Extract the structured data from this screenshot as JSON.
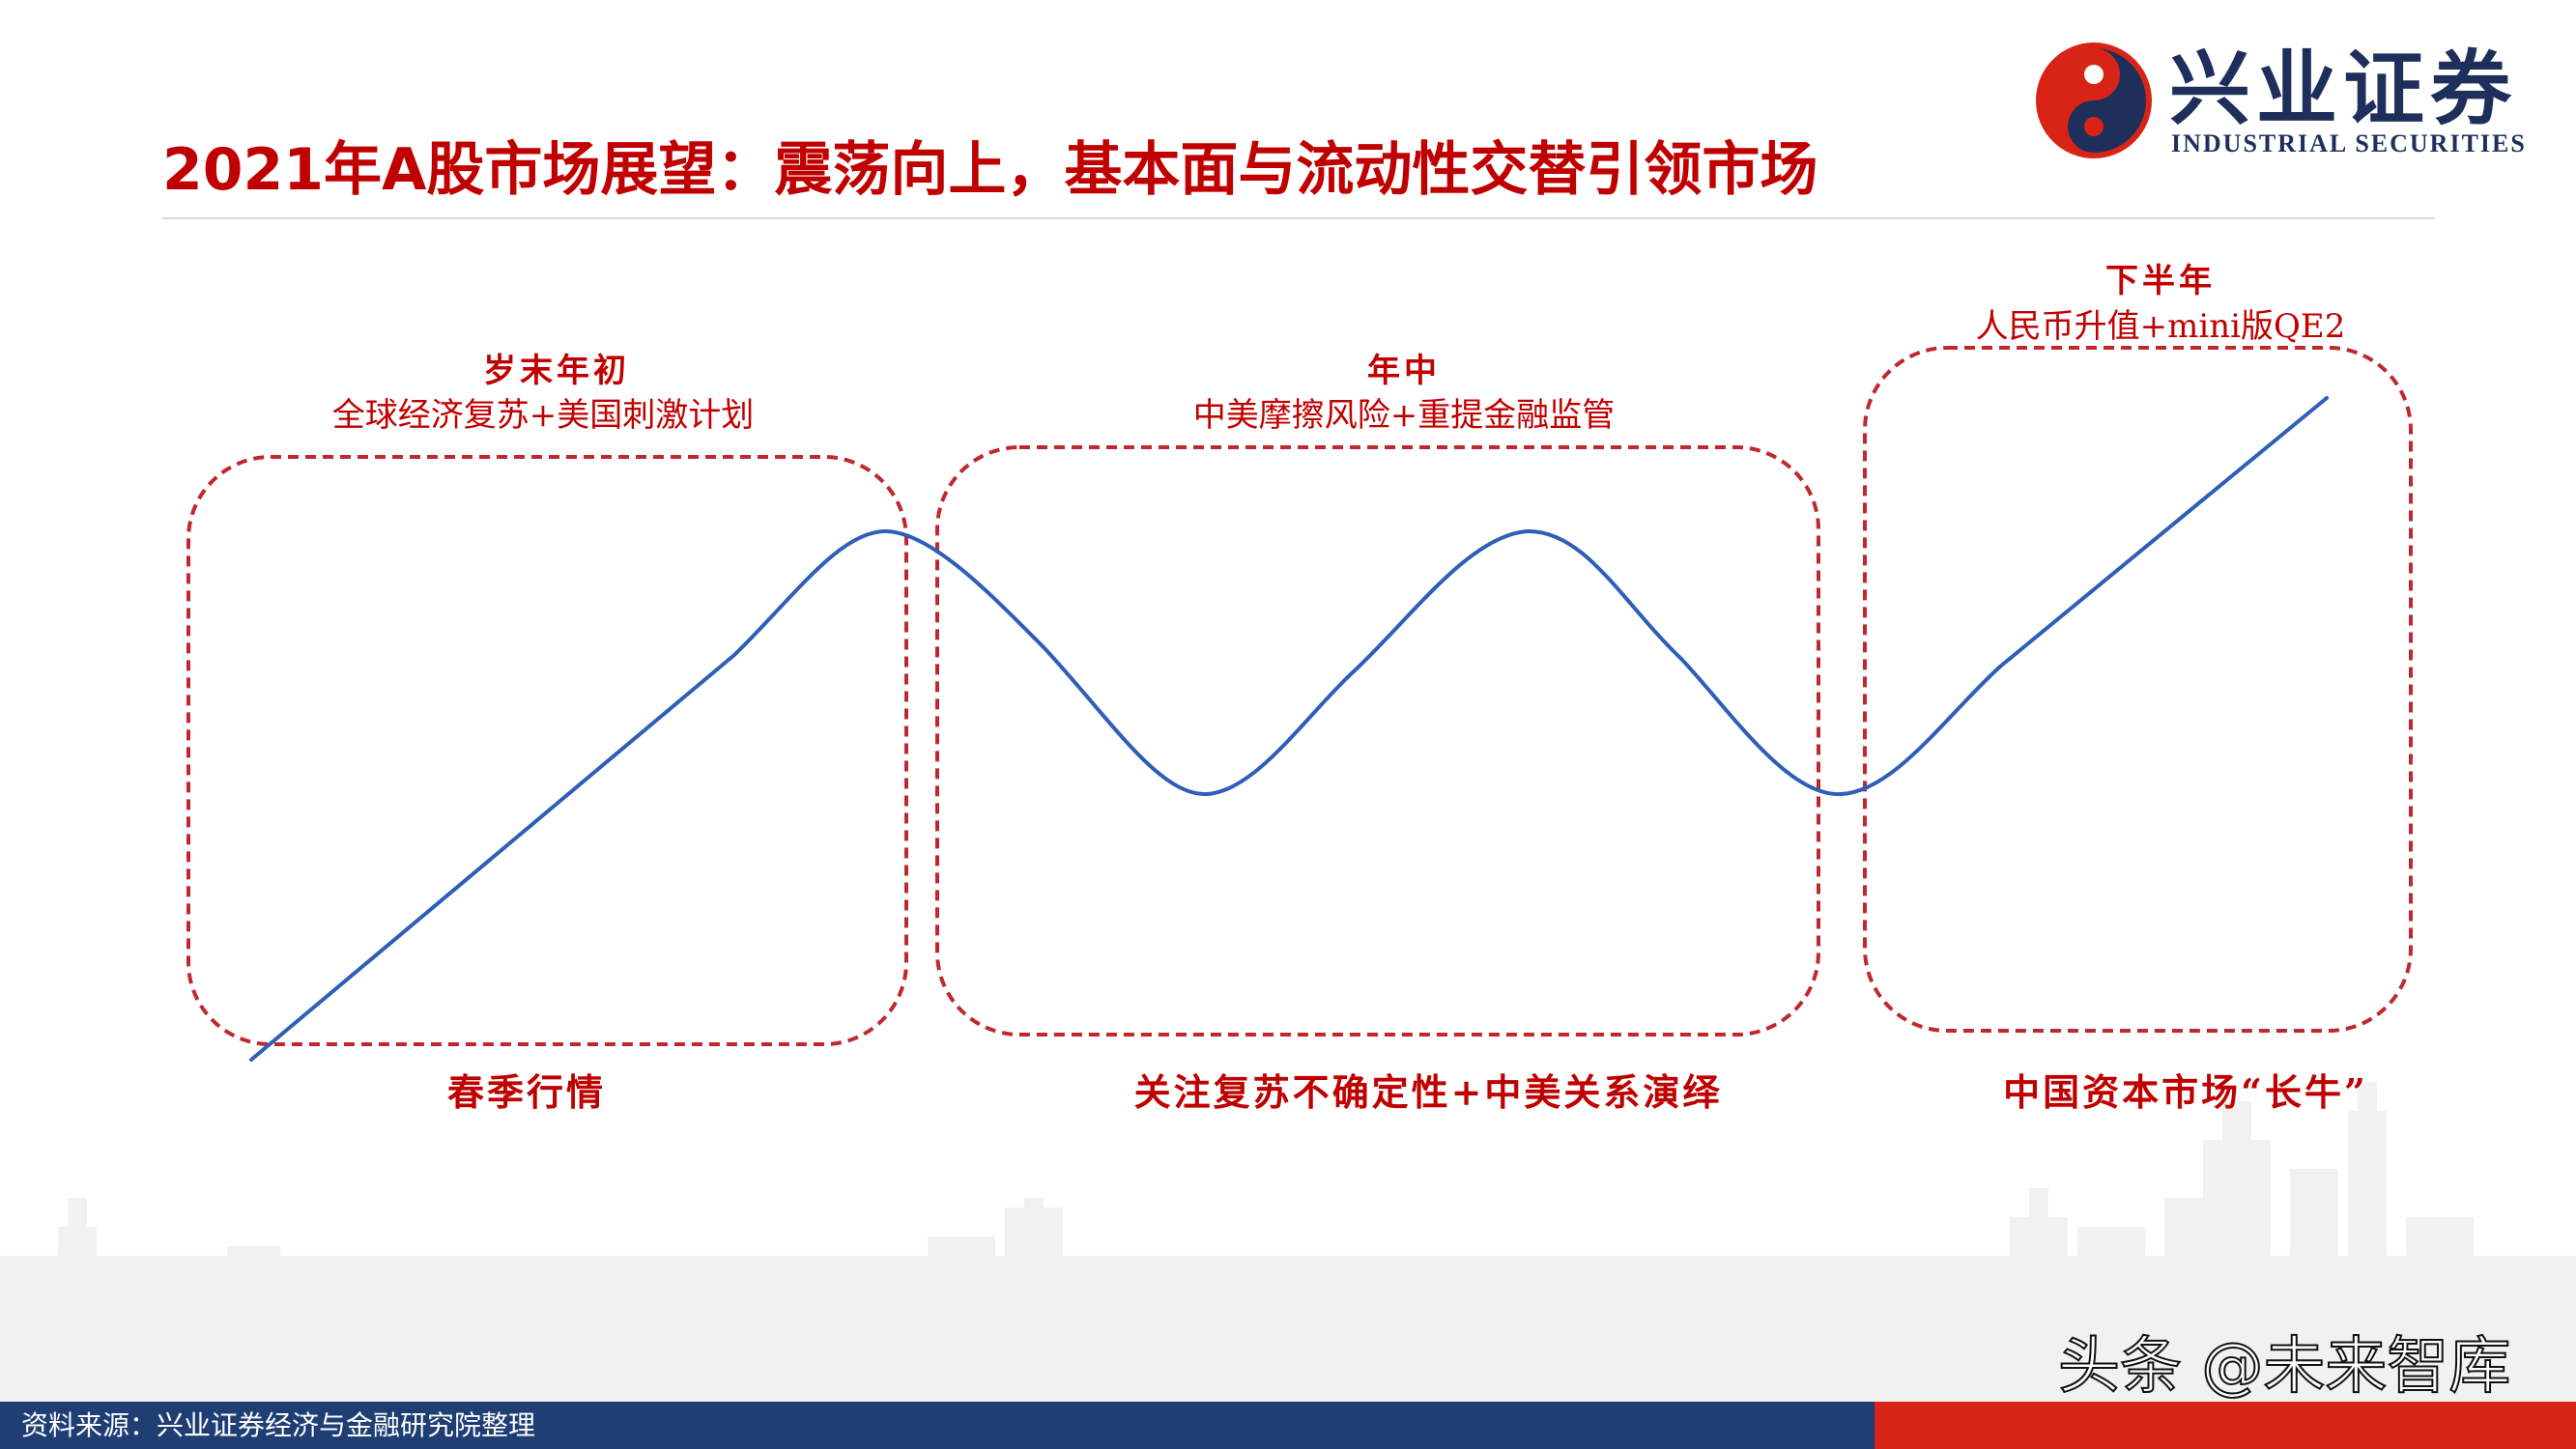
{
  "header": {
    "logo": {
      "name_cn": "兴业证券",
      "name_en": "INDUSTRIAL SECURITIES"
    },
    "title": "2021年A股市场展望：震荡向上，基本面与流动性交替引领市场"
  },
  "stages": [
    {
      "title": "岁末年初",
      "subtitle": "全球经济复苏+美国刺激计划",
      "bottom_label": "春季行情"
    },
    {
      "title": "年中",
      "subtitle": "中美摩擦风险+重提金融监管",
      "bottom_label": "关注复苏不确定性+中美关系演绎"
    },
    {
      "title": "下半年",
      "subtitle": "人民币升值+mini版QE2",
      "bottom_label": "中国资本市场“长牛”"
    }
  ],
  "colors": {
    "accent": "#c00000",
    "line": "#2e5fb8",
    "footer_blue": "#1f3e74",
    "footer_red": "#d82416",
    "logo_navy": "#1f2f5c"
  },
  "footer": {
    "source": "资料来源：兴业证券经济与金融研究院整理",
    "watermark": "头条 @未来智库"
  }
}
